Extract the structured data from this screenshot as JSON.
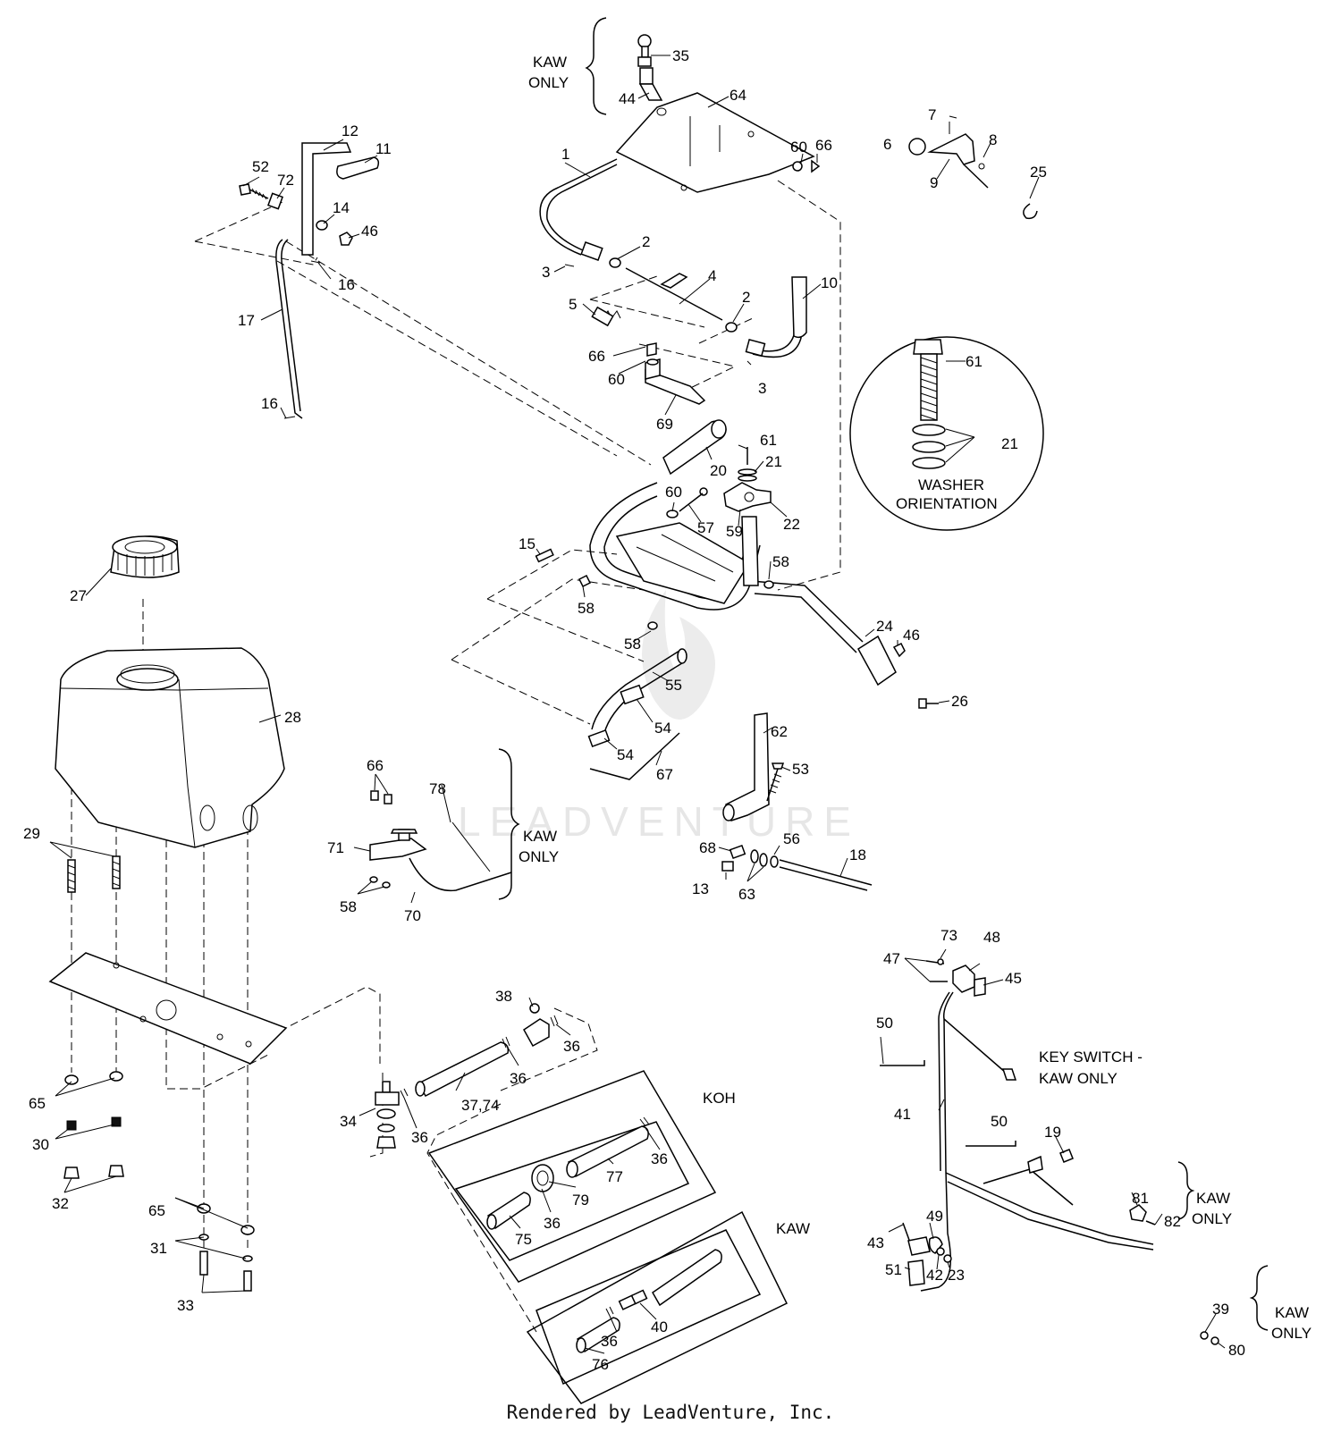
{
  "watermark": "LEADVENTURE",
  "footer": "Rendered by LeadVenture, Inc.",
  "notes": {
    "kaw_only_top_1": "KAW",
    "kaw_only_top_2": "ONLY",
    "washer_1": "WASHER",
    "washer_2": "ORIENTATION",
    "kaw_only_mid_1": "KAW",
    "kaw_only_mid_2": "ONLY",
    "koh": "KOH",
    "kaw": "KAW",
    "key_switch_1": "KEY SWITCH -",
    "key_switch_2": "KAW ONLY",
    "kaw_only_81_1": "KAW",
    "kaw_only_81_2": "ONLY",
    "kaw_only_39_1": "KAW",
    "kaw_only_39_2": "ONLY"
  },
  "callouts": {
    "c35": "35",
    "c44": "44",
    "c64": "64",
    "c60a": "60",
    "c66a": "66",
    "c7": "7",
    "c8": "8",
    "c6": "6",
    "c9": "9",
    "c25": "25",
    "c12": "12",
    "c11": "11",
    "c52": "52",
    "c72": "72",
    "c14": "14",
    "c46a": "46",
    "c16a": "16",
    "c17": "17",
    "c16b": "16",
    "c1": "1",
    "c2a": "2",
    "c3a": "3",
    "c4": "4",
    "c2b": "2",
    "c10": "10",
    "c5": "5",
    "c66b": "66",
    "c60b": "60",
    "c3b": "3",
    "c69": "69",
    "c61a": "61",
    "c21a": "21",
    "c20": "20",
    "c61b": "61",
    "c21b": "21",
    "c60c": "60",
    "c57": "57",
    "c22": "22",
    "c59": "59",
    "c15": "15",
    "c58a": "58",
    "c58b": "58",
    "c27": "27",
    "c58c": "58",
    "c24": "24",
    "c46b": "46",
    "c26": "26",
    "c55": "55",
    "c28": "28",
    "c54a": "54",
    "c54b": "54",
    "c67": "67",
    "c62": "62",
    "c53": "53",
    "c66c": "66",
    "c78": "78",
    "c71": "71",
    "c58d": "58",
    "c70": "70",
    "c29": "29",
    "c68": "68",
    "c56": "56",
    "c18": "18",
    "c13": "13",
    "c63": "63",
    "c73": "73",
    "c48": "48",
    "c47": "47",
    "c45": "45",
    "c50a": "50",
    "c38": "38",
    "c36a": "36",
    "c36b": "36",
    "c65a": "65",
    "c37_74": "37,74",
    "c34": "34",
    "c36c": "36",
    "c30": "30",
    "c32": "32",
    "c41": "41",
    "c50b": "50",
    "c19": "19",
    "c36d": "36",
    "c77": "77",
    "c79": "79",
    "c36e": "36",
    "c75": "75",
    "c81": "81",
    "c82": "82",
    "c65b": "65",
    "c31": "31",
    "c33": "33",
    "c43": "43",
    "c49": "49",
    "c51": "51",
    "c42": "42",
    "c23": "23",
    "c40": "40",
    "c36f": "36",
    "c76": "76",
    "c39": "39",
    "c80": "80"
  }
}
